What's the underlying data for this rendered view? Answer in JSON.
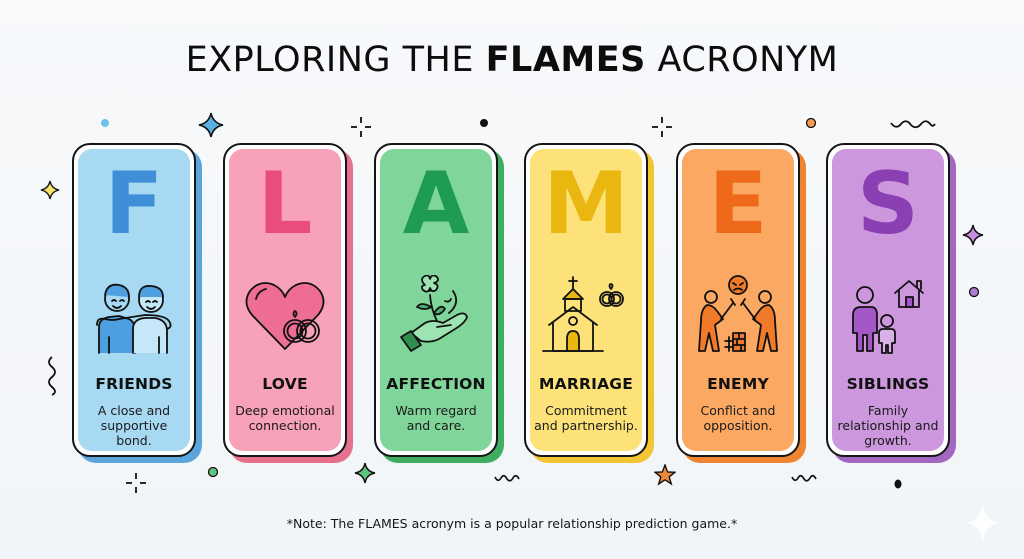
{
  "title": {
    "part1": "EXPLORING THE ",
    "highlight": "FLAMES",
    "part2": " ACRONYM"
  },
  "cards": [
    {
      "letter": "F",
      "word": "FRIENDS",
      "description": "A close and supportive bond.",
      "icon": "friends-icon",
      "bg": "#a7d9f3",
      "shadow": "#5aa6dc",
      "accent": "#3f8fd8"
    },
    {
      "letter": "L",
      "word": "LOVE",
      "description": "Deep emotional connection.",
      "icon": "heart-rings-icon",
      "bg": "#f7a2b9",
      "shadow": "#e8708f",
      "accent": "#ea4c7c"
    },
    {
      "letter": "A",
      "word": "AFFECTION",
      "description": "Warm regard and care.",
      "icon": "hand-flower-icon",
      "bg": "#80d59a",
      "shadow": "#3fae62",
      "accent": "#1f9c54"
    },
    {
      "letter": "M",
      "word": "MARRIAGE",
      "description": "Commitment and partnership.",
      "icon": "church-rings-icon",
      "bg": "#fde27a",
      "shadow": "#f2c632",
      "accent": "#e9b70f"
    },
    {
      "letter": "E",
      "word": "ENEMY",
      "description": "Conflict and opposition.",
      "icon": "conflict-icon",
      "bg": "#fba962",
      "shadow": "#ef8533",
      "accent": "#ee6a1a"
    },
    {
      "letter": "S",
      "word": "SIBLINGS",
      "description": "Family relationship and growth.",
      "icon": "family-house-icon",
      "bg": "#cd97de",
      "shadow": "#a267c0",
      "accent": "#8a3fb3"
    }
  ],
  "note": "*Note: The FLAMES acronym is a popular relationship prediction game.*"
}
